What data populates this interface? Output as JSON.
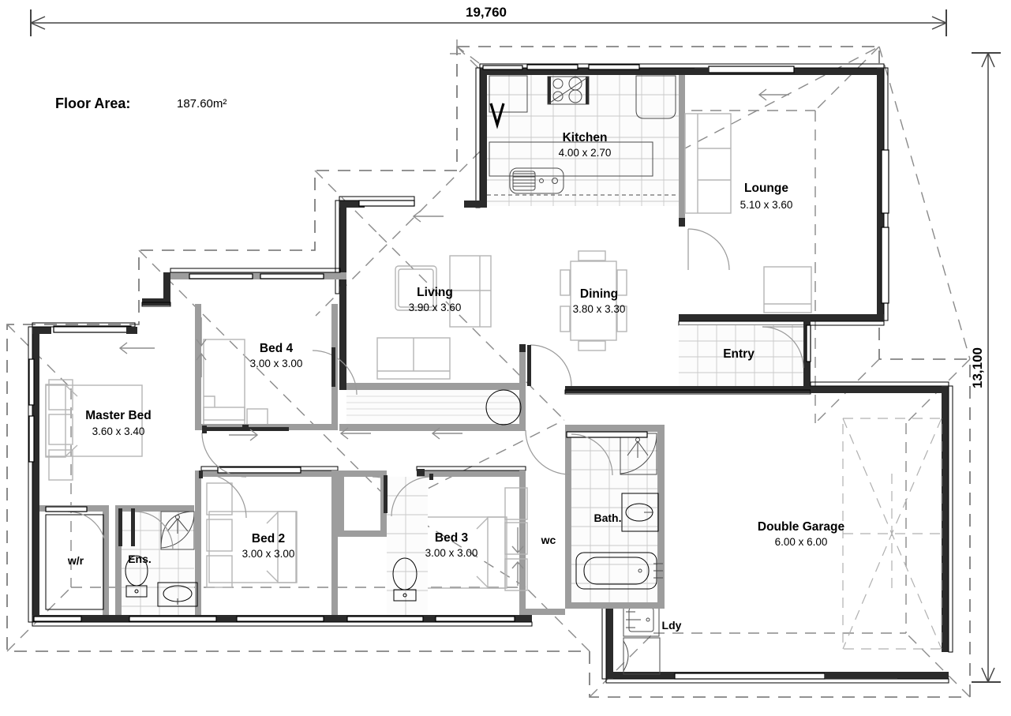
{
  "document": {
    "type": "residential-floor-plan",
    "title": "Floor Plan"
  },
  "summary": {
    "floor_area_label": "Floor Area:",
    "floor_area_value": "187.60m²"
  },
  "dimensions": {
    "overall_width": "19,760",
    "overall_height": "13,100",
    "units": "mm"
  },
  "rooms": [
    {
      "id": "kitchen",
      "name": "Kitchen",
      "size": "4.00 x 2.70"
    },
    {
      "id": "lounge",
      "name": "Lounge",
      "size": "5.10 x 3.60"
    },
    {
      "id": "living",
      "name": "Living",
      "size": "3.90 x 3.60"
    },
    {
      "id": "dining",
      "name": "Dining",
      "size": "3.80 x 3.30"
    },
    {
      "id": "entry",
      "name": "Entry",
      "size": ""
    },
    {
      "id": "master-bed",
      "name": "Master Bed",
      "size": "3.60 x 3.40"
    },
    {
      "id": "bed-4",
      "name": "Bed 4",
      "size": "3.00 x 3.00"
    },
    {
      "id": "bed-2",
      "name": "Bed 2",
      "size": "3.00 x 3.00"
    },
    {
      "id": "bed-3",
      "name": "Bed 3",
      "size": "3.00 x 3.00"
    },
    {
      "id": "wardrobe",
      "name": "w/r",
      "size": ""
    },
    {
      "id": "ensuite",
      "name": "Ens.",
      "size": ""
    },
    {
      "id": "wc",
      "name": "wc",
      "size": ""
    },
    {
      "id": "bathroom",
      "name": "Bath.",
      "size": ""
    },
    {
      "id": "laundry",
      "name": "Ldy",
      "size": ""
    },
    {
      "id": "double-garage",
      "name": "Double Garage",
      "size": "6.00 x 6.00"
    }
  ],
  "colors": {
    "wall_outer": "#2b2b2b",
    "wall_inner": "#9d9d9d",
    "furniture": "#b5b5b5",
    "tile_grid": "#c9c9c9",
    "roof_outline": "#6e6e6e",
    "dimension": "#444444",
    "background": "#ffffff",
    "text": "#000000"
  }
}
